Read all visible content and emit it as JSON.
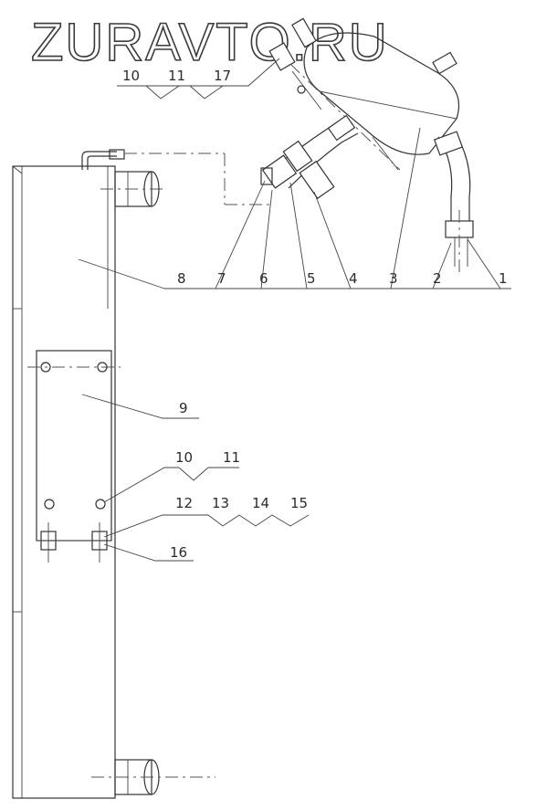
{
  "watermark": "ZURAVTO.RU",
  "labels": {
    "top_left": [
      "10",
      "11",
      "17"
    ],
    "right_row": [
      "8",
      "7",
      "6",
      "5",
      "4",
      "3",
      "2",
      "1"
    ],
    "plate": "9",
    "mid": [
      "10",
      "11"
    ],
    "bottom_row": [
      "12",
      "13",
      "14",
      "15"
    ],
    "bottom_single": "16"
  }
}
